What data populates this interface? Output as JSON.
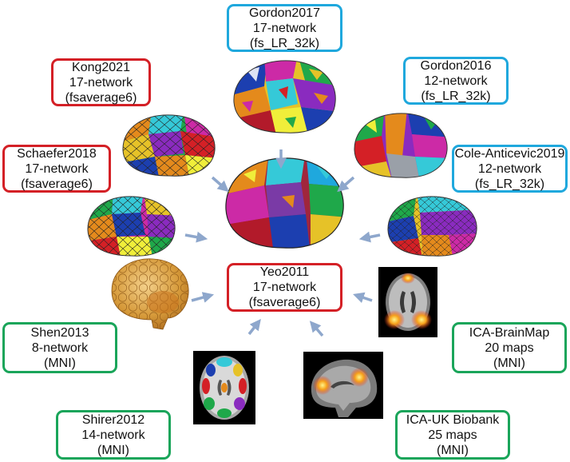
{
  "colors": {
    "blue": "#1fa8dd",
    "red": "#d42026",
    "green": "#1aa55a",
    "arrow": "#8ea7cc"
  },
  "atlases": [
    {
      "id": "gordon2017",
      "color": "blue",
      "lines": [
        "Gordon2017",
        "17-network",
        "(fs_LR_32k)"
      ]
    },
    {
      "id": "kong2021",
      "color": "red",
      "lines": [
        "Kong2021",
        "17-network",
        "(fsaverage6)"
      ]
    },
    {
      "id": "gordon2016",
      "color": "blue",
      "lines": [
        "Gordon2016",
        "12-network",
        "(fs_LR_32k)"
      ]
    },
    {
      "id": "schaefer2018",
      "color": "red",
      "lines": [
        "Schaefer2018",
        "17-network",
        "(fsaverage6)"
      ]
    },
    {
      "id": "cole-anticevic2019",
      "color": "blue",
      "lines": [
        "Cole-Anticevic2019",
        "12-network",
        "(fs_LR_32k)"
      ]
    },
    {
      "id": "yeo2011",
      "color": "red",
      "lines": [
        "Yeo2011",
        "17-network",
        "(fsaverage6)"
      ]
    },
    {
      "id": "shen2013",
      "color": "green",
      "lines": [
        "Shen2013",
        "8-network",
        "(MNI)"
      ]
    },
    {
      "id": "ica-brainmap",
      "color": "green",
      "lines": [
        "ICA-BrainMap",
        "20 maps",
        "(MNI)"
      ]
    },
    {
      "id": "shirer2012",
      "color": "green",
      "lines": [
        "Shirer2012",
        "14-network",
        "(MNI)"
      ]
    },
    {
      "id": "ica-uk-biobank",
      "color": "green",
      "lines": [
        "ICA-UK Biobank",
        "25 maps",
        "(MNI)"
      ]
    }
  ]
}
